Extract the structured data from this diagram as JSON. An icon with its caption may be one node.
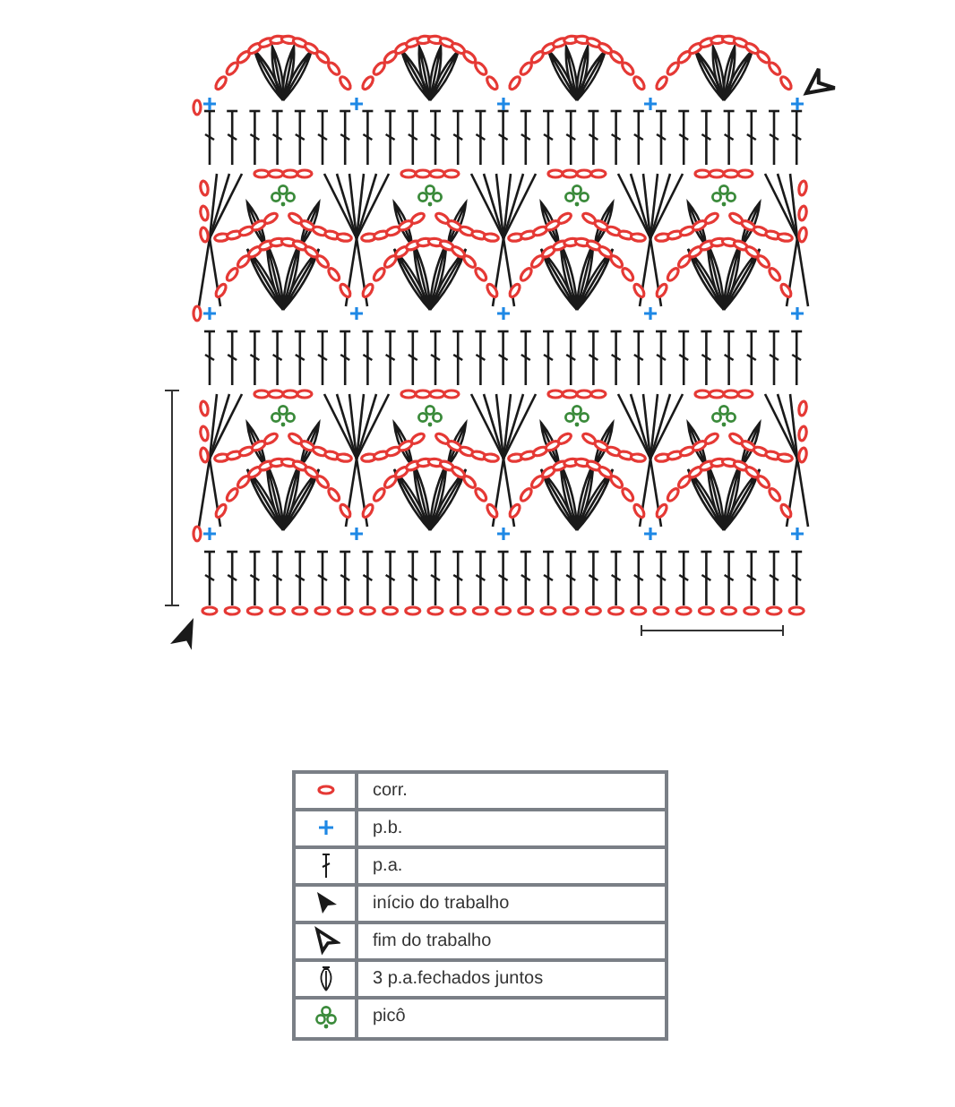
{
  "diagram": {
    "legend": [
      {
        "text": "corr."
      },
      {
        "text": "p.b."
      },
      {
        "text": "p.a."
      },
      {
        "text": "início do trabalho"
      },
      {
        "text": "fim do trabalho"
      },
      {
        "text": "3 p.a.fechados juntos"
      },
      {
        "text": "picô"
      }
    ]
  }
}
